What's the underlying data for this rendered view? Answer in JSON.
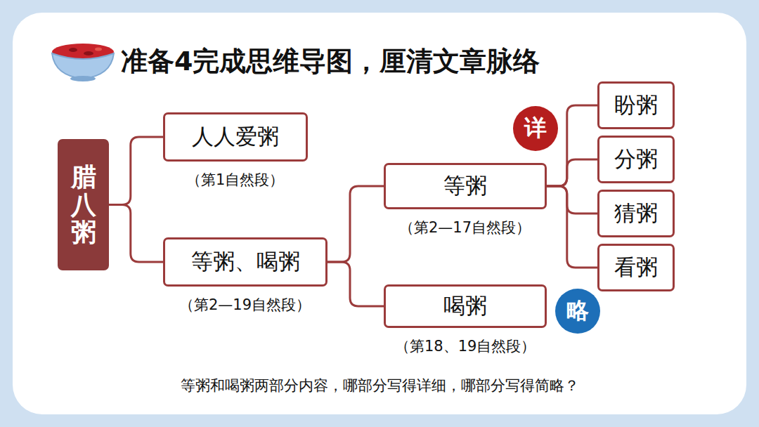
{
  "diagram": {
    "title": "准备4完成思维导图，厘清文章脉络",
    "caption": "等粥和喝粥两部分内容，哪部分写得详细，哪部分写得简略？",
    "nodes": [
      {
        "text": [
          "腊八粥"
        ]
      },
      {
        "text": [
          "人人爱粥",
          "（第1自然段）"
        ]
      },
      {
        "text": [
          "等粥、喝粥",
          "（第2—19自然段）"
        ]
      },
      {
        "text": [
          "等粥",
          "（第2—17自然段）"
        ]
      },
      {
        "text": [
          "喝粥",
          "（第18、19自然段）"
        ]
      },
      {
        "text": [
          "盼粥"
        ]
      },
      {
        "text": [
          "分粥"
        ]
      },
      {
        "text": [
          "猜粥"
        ]
      },
      {
        "text": [
          "看粥"
        ]
      },
      {
        "text": [
          "详"
        ]
      },
      {
        "text": [
          "略"
        ]
      }
    ],
    "edges": [
      {
        "from": 0,
        "to": 1,
        "arrow": "none"
      },
      {
        "from": 0,
        "to": 2,
        "arrow": "none"
      },
      {
        "from": 2,
        "to": 3,
        "arrow": "none"
      },
      {
        "from": 2,
        "to": 4,
        "arrow": "none"
      },
      {
        "from": 3,
        "to": 5,
        "arrow": "none"
      },
      {
        "from": 3,
        "to": 6,
        "arrow": "none"
      },
      {
        "from": 3,
        "to": 7,
        "arrow": "none"
      },
      {
        "from": 3,
        "to": 8,
        "arrow": "none"
      }
    ]
  }
}
